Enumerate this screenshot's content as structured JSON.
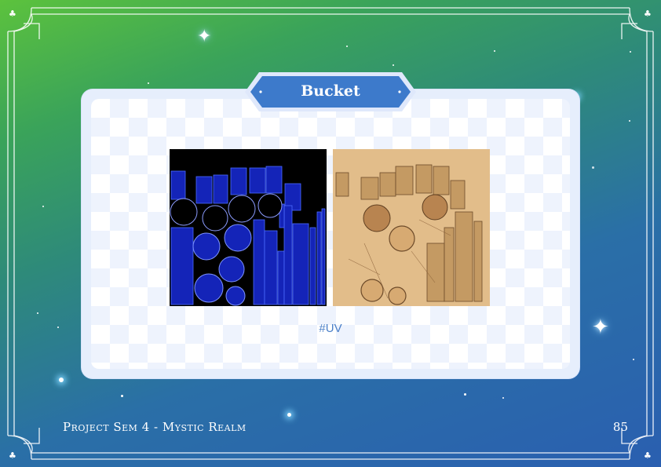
{
  "page": {
    "title": "Bucket",
    "caption": "#UV",
    "footer_title": "Project Sem 4 - Mystic Realm",
    "page_number": "85"
  },
  "images": {
    "uv_layout": {
      "icon": "uv-map-wireframe"
    },
    "texture": {
      "icon": "bucket-texture-map"
    }
  },
  "colors": {
    "accent": "#3d7acb",
    "card": "#e6eefc",
    "uv_line": "#2d3fe0",
    "texture_base": "#e2bd8a"
  }
}
